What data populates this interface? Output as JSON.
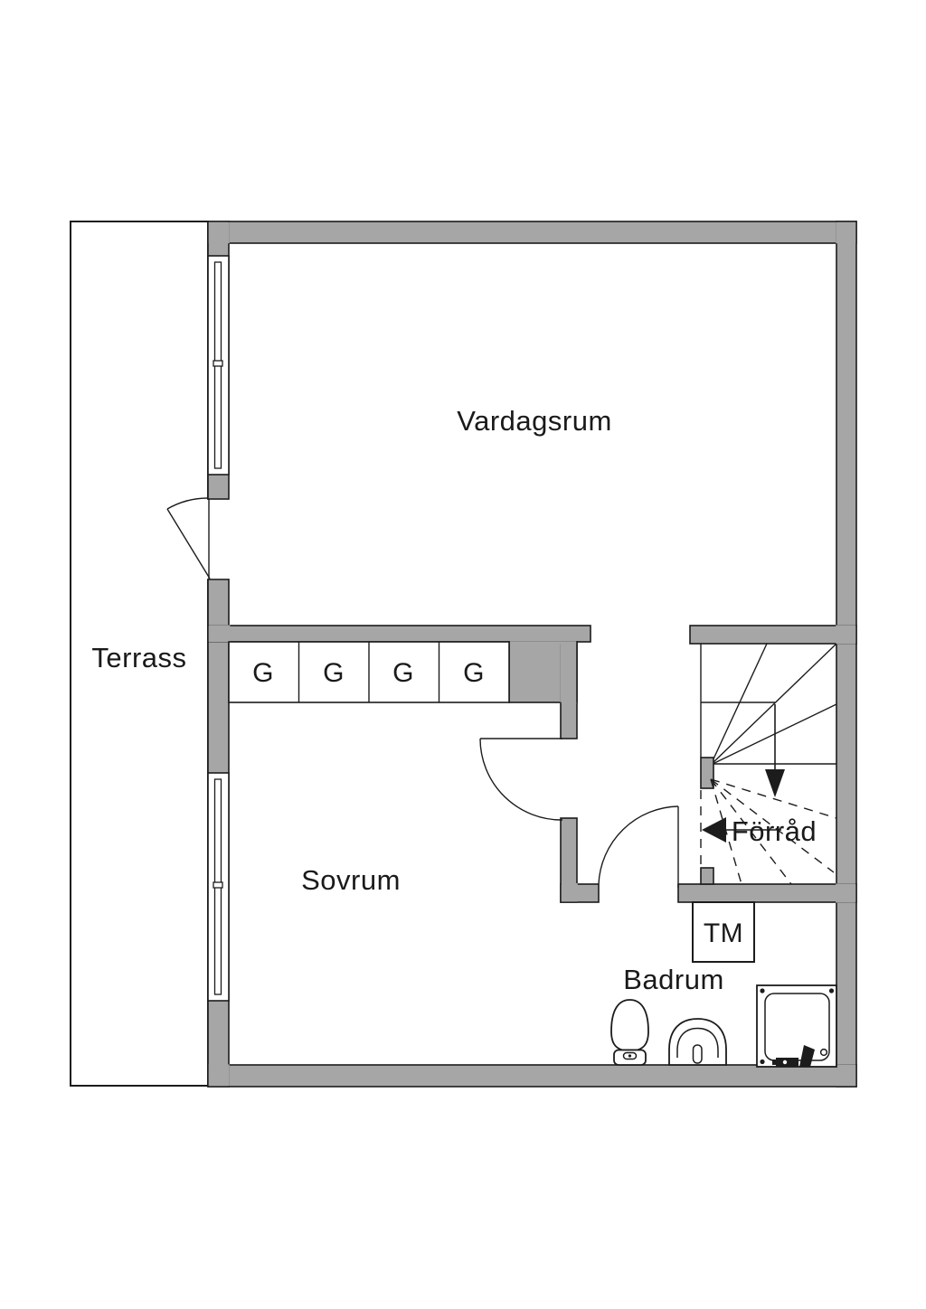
{
  "floorplan": {
    "rooms": {
      "living_room": "Vardagsrum",
      "terrace": "Terrass",
      "bedroom": "Sovrum",
      "bathroom": "Badrum",
      "storage": "Förråd"
    },
    "wardrobe_labels": [
      "G",
      "G",
      "G",
      "G"
    ],
    "washing_machine_label": "TM",
    "colors": {
      "wall_fill": "#a6a6a6",
      "line": "#1c1c1c",
      "text": "#1a1a1a",
      "background": "#ffffff"
    }
  }
}
